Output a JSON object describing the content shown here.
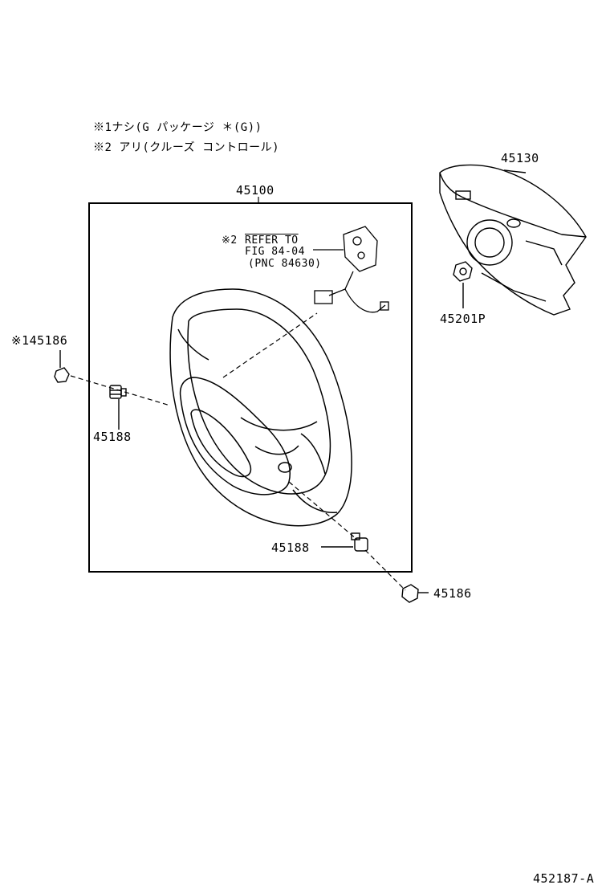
{
  "notes": {
    "note1": "※1ナシ(G パッケージ ＊(G))",
    "note2": "※2 アリ(クルーズ コントロール)"
  },
  "labels": {
    "assembly": "45100",
    "airbag_pad": "45130",
    "nut": "45201P",
    "clip_left": "※145186",
    "screw_left": "45188",
    "screw_bottom": "45188",
    "clip_bottom": "45186"
  },
  "cruise_ref": {
    "marker": "※2",
    "line1": "REFER TO",
    "line2": "FIG 84-04",
    "line3": "(PNC 84630)"
  },
  "drawing_number": "452187-A"
}
